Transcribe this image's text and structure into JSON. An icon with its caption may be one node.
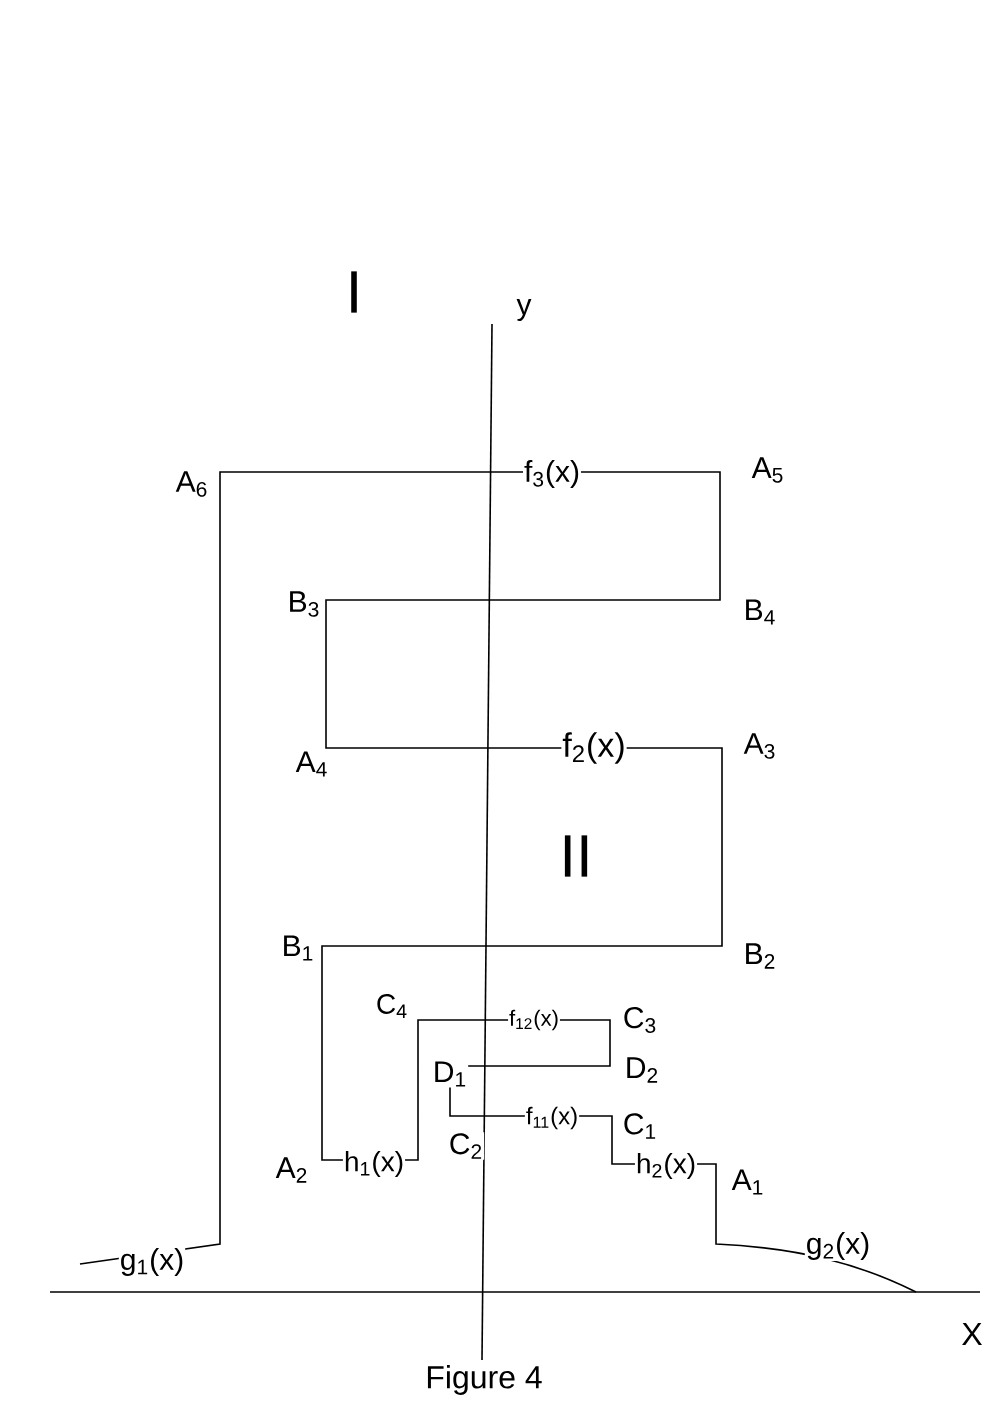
{
  "diagram": {
    "caption": "Figure 4",
    "labels": [
      "I",
      "y",
      "A$_{6}$",
      "f$_{3}$(x)",
      "A$_{5}$",
      "B$_{3}$",
      "B$_{4}$",
      "A$_{4}$",
      "f$_{2}$(x)",
      "A$_{3}$",
      "II",
      "B$_{1}$",
      "B$_{2}$",
      "C$_{4}$",
      "f$_{12}$(x)",
      "C$_{3}$",
      "D$_{1}$",
      "D$_{2}$",
      "f$_{11}$(x)",
      "C$_{1}$",
      "A$_{2}$",
      "h$_{1}$(x)",
      "C$_{2}$",
      "h$_{2}$(x)",
      "A$_{1}$",
      "g$_{1}$(x)",
      "g$_{2}$(x)",
      "X"
    ]
  }
}
